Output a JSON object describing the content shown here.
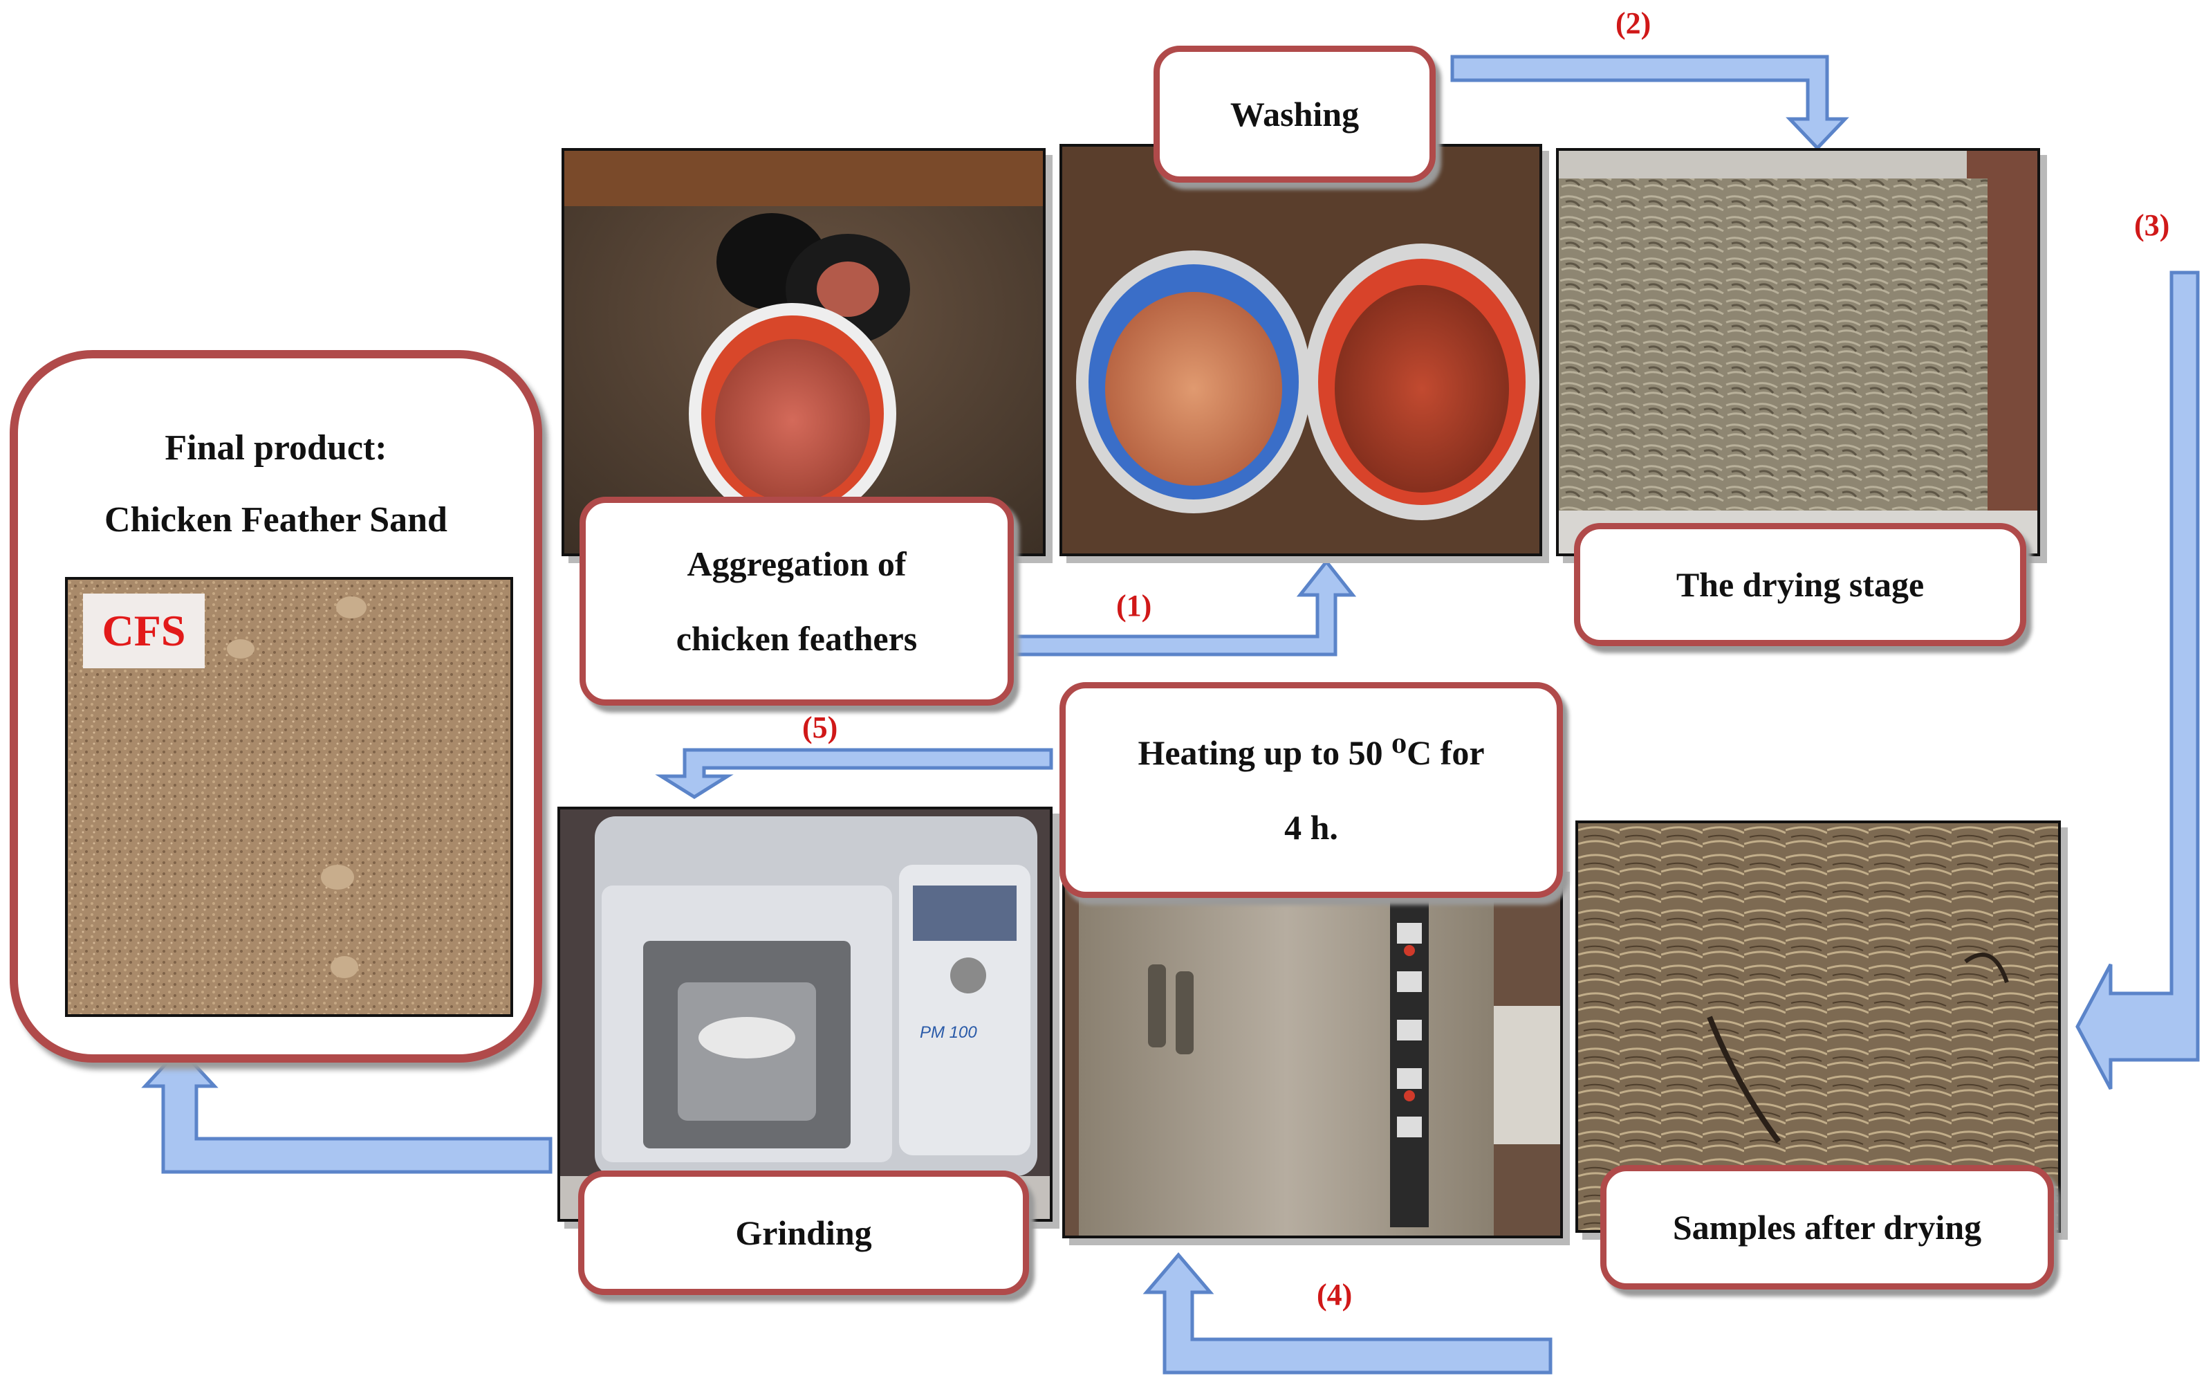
{
  "steps": {
    "s1": "(1)",
    "s2": "(2)",
    "s3": "(3)",
    "s4": "(4)",
    "s5": "(5)"
  },
  "labels": {
    "aggregation_line1": "Aggregation of",
    "aggregation_line2": "chicken feathers",
    "washing": "Washing",
    "drying_stage": "The drying stage",
    "samples_after_drying": "Samples after drying",
    "heating_line1": "Heating up to 50 ⁰C for",
    "heating_line2": "4 h.",
    "grinding": "Grinding"
  },
  "final": {
    "title_line1": "Final product:",
    "title_line2": "Chicken Feather Sand",
    "tag": "CFS"
  },
  "photos": {
    "mill_model_text": "PM 100"
  },
  "colors": {
    "label_border": "#b04a4a",
    "step_number": "#d01818",
    "arrow_fill": "#a9c5f2",
    "arrow_stroke": "#5b84c9"
  },
  "icons": {
    "arrow": "process-flow-arrow"
  }
}
